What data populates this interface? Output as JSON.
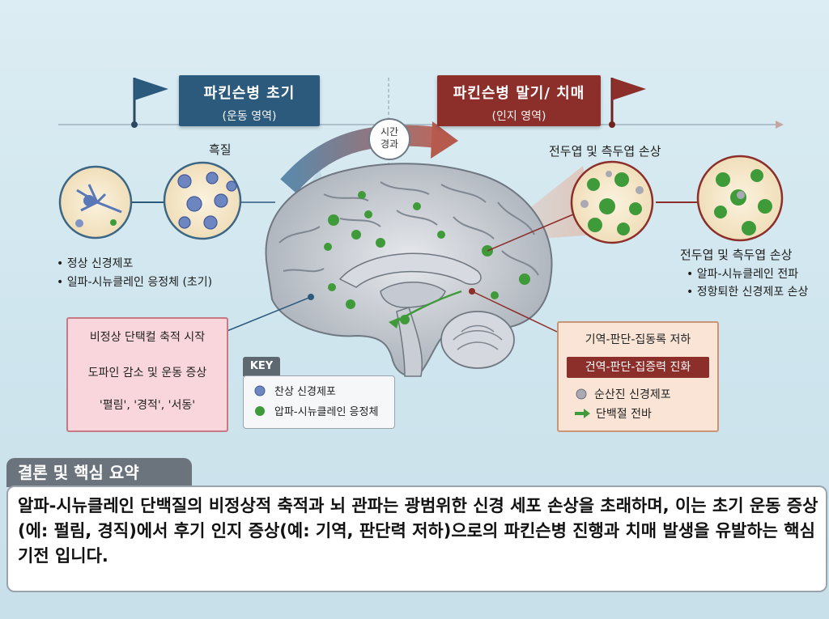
{
  "banners": {
    "left": {
      "title": "파킨슨병 초기",
      "subtitle": "(운동 영역)",
      "color": "#2c5a7d"
    },
    "right": {
      "title": "파킨슨병 말기/ 치매",
      "subtitle": "(인지 영역)",
      "color": "#8c2e29"
    }
  },
  "time_label": {
    "line1": "시간",
    "line2": "경과"
  },
  "left_side": {
    "region_label": "흑질",
    "bullets": [
      "• 정상 신경제포",
      "• 일파-시뉴클레인 응정체 (초기)"
    ]
  },
  "right_side": {
    "region_label": "전두엽 및 측두엽 손상",
    "detail_title": "전두엽 및 측두엽 손상",
    "bullets": [
      "• 알파-시뉴클레인 전파",
      "• 정항퇴한 신경제포 손상"
    ]
  },
  "pink_box": {
    "line1": "비정상 단택컬 축적 시작",
    "line2": "도파인 감소 및 운동 증상",
    "line3": "'펼림', '경적', '서동'"
  },
  "peach_box": {
    "line1": "기역-판단-집동록 저하",
    "banner": "건역-판단-집증력 진화",
    "legend1": "순산진 신경제포",
    "legend2": "단백절 전바"
  },
  "key": {
    "title": "KEY",
    "item1": "찬상 신경제포",
    "item2": "압파-시뉴클레인 응정체"
  },
  "summary": {
    "title": "결론 및 핵심 요약",
    "text": "알파-시뉴클레인 단백질의 비정상적 축적과 뇌 관파는 광범위한 신경 세포 손상을 초래하며, 이는 초기 운동 증상(에: 펄림, 경직)에서 후기 인지 증상(예: 기역, 판단력 저하)으로의 파킨슨병 진행과 치매 발생을 유발하는 핵심 기전 입니다."
  },
  "colors": {
    "aggregate_green": "#3f9a3a",
    "neuron_blue": "#5a78b8",
    "damaged_gray": "#9a9aa6"
  }
}
